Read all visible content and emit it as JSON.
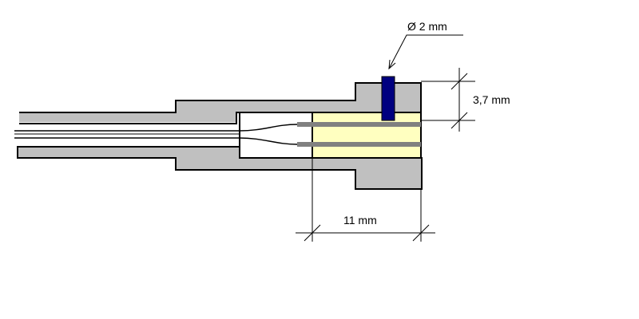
{
  "dimensions": {
    "diameter_label": "Ø  2 mm",
    "height_label": "3,7 mm",
    "length_label": "11 mm"
  },
  "colors": {
    "housing": "#c0c0c0",
    "insert": "#ffffc0",
    "pin": "#000080",
    "wire": "#808080",
    "outline": "#000000"
  }
}
